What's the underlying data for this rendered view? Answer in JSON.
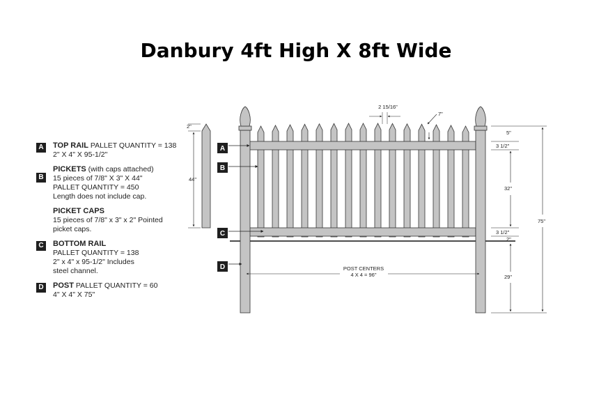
{
  "title": "Danbury 4ft High X 8ft Wide",
  "legend": [
    {
      "badge": "A",
      "label": "TOP RAIL",
      "suffix": " PALLET QUANTITY = 138",
      "lines": [
        "2\" X 4\" X 95-1/2\""
      ]
    },
    {
      "badge": "B",
      "label": "PICKETS",
      "suffix": " (with caps attached)",
      "lines": [
        "15 pieces of 7/8\" X 3\" X 44\"",
        "PALLET QUANTITY = 450",
        "Length does not include cap."
      ]
    },
    {
      "badge": "",
      "label": "PICKET CAPS",
      "suffix": "",
      "lines": [
        "15 pieces of 7/8\" x 3\" x 2\" Pointed",
        "picket caps."
      ]
    },
    {
      "badge": "C",
      "label": "BOTTOM RAIL",
      "suffix": "",
      "lines": [
        "PALLET QUANTITY = 138",
        "2\" x 4\" x 95-1/2\" Includes",
        "steel channel."
      ]
    },
    {
      "badge": "D",
      "label": "POST",
      "suffix": " PALLET QUANTITY = 60",
      "lines": [
        "4\" X 4\" X 75\""
      ]
    }
  ],
  "callouts": [
    "A",
    "B",
    "C",
    "D"
  ],
  "dimensions": {
    "picket_cap": "2\"",
    "picket_length": "44\"",
    "picket_spacing": "2 15/16\"",
    "angle": "7\"",
    "top_gap": "5\"",
    "top_rail": "3 1/2\"",
    "middle": "32\"",
    "bottom_rail": "3 1/2\"",
    "below_rail": "2\"",
    "ground": "29\"",
    "overall": "75\"",
    "post_centers_label": "POST CENTERS",
    "post_centers_value": "4 X 4 = 96\""
  },
  "colors": {
    "fence_fill": "#c4c4c4",
    "fence_stroke": "#333333",
    "badge": "#1f1f1f"
  }
}
